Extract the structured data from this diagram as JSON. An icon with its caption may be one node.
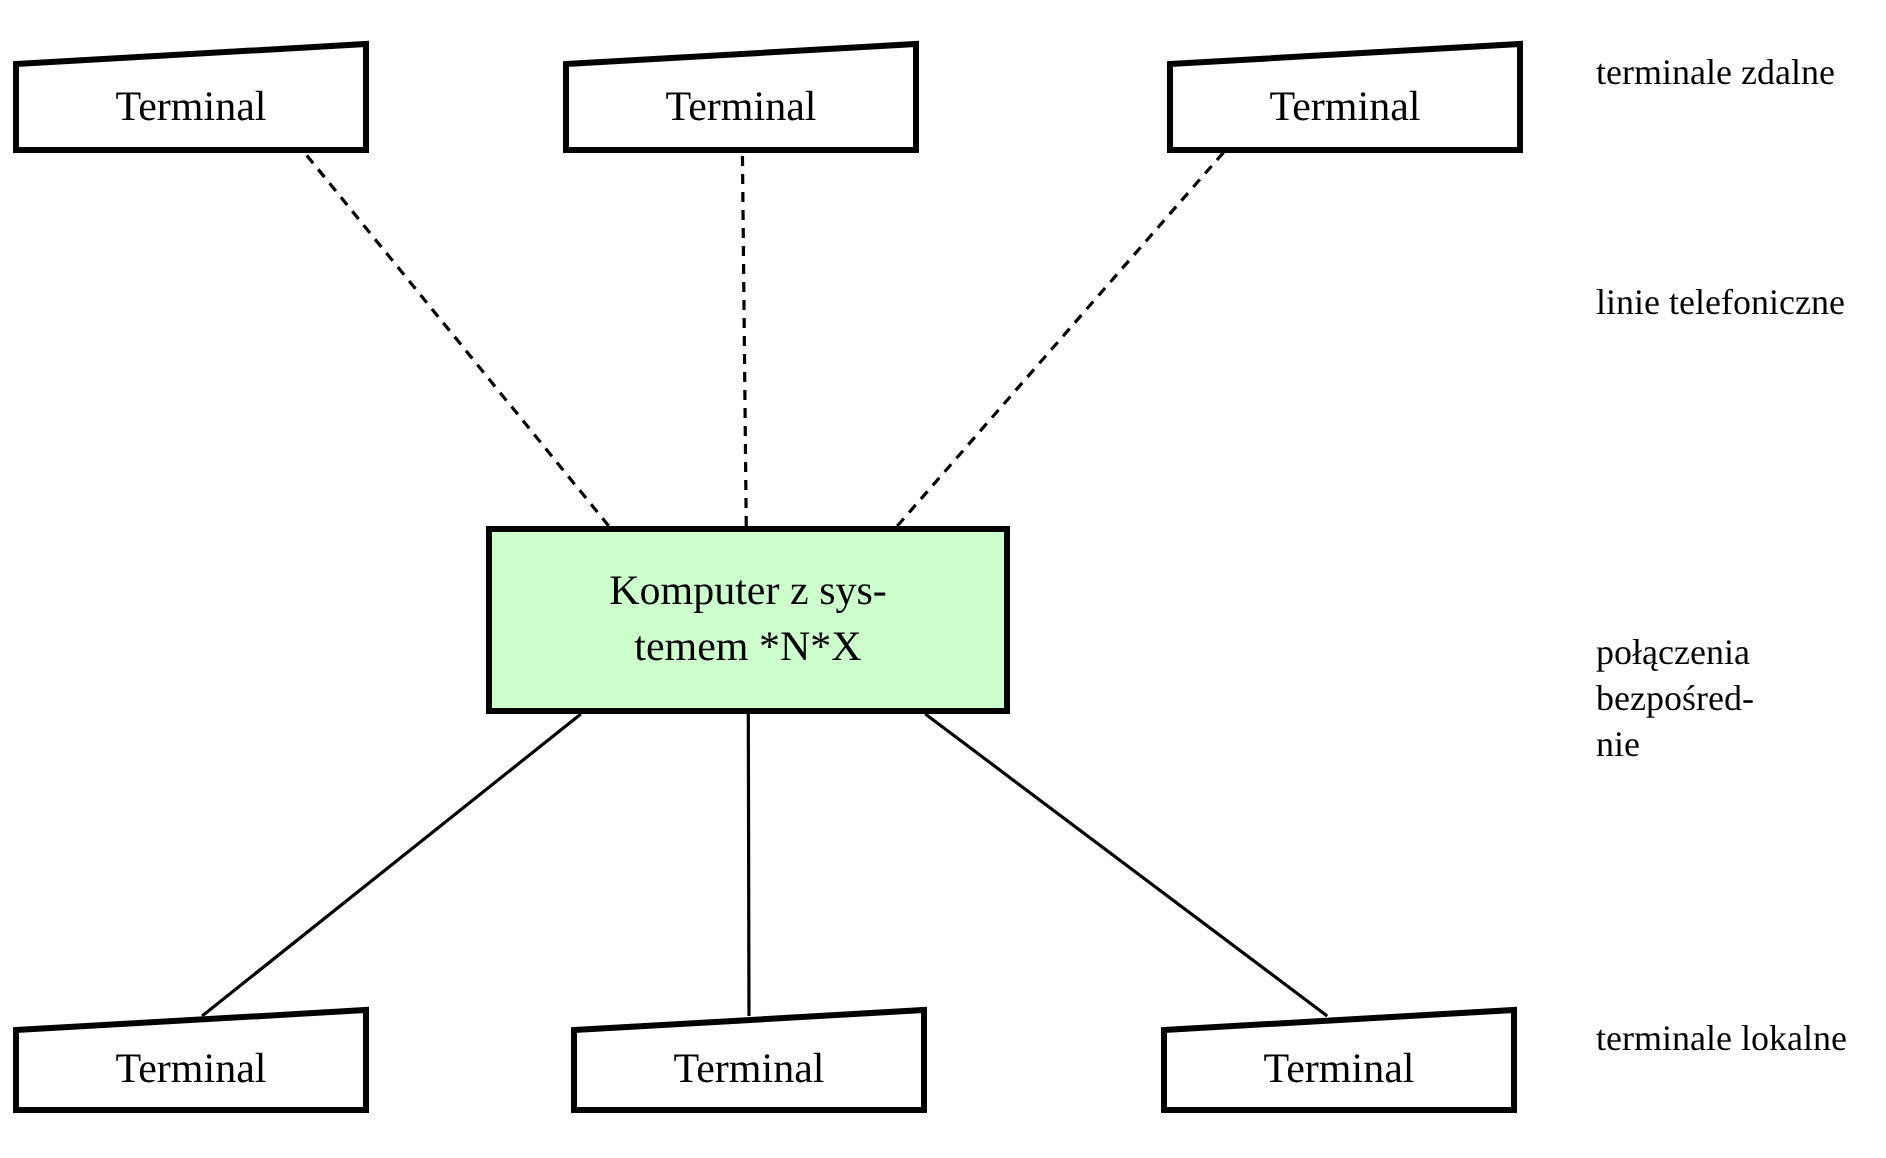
{
  "diagram": {
    "nodes": [
      {
        "text": [
          "Terminal"
        ]
      },
      {
        "text": [
          "Terminal"
        ]
      },
      {
        "text": [
          "Terminal"
        ]
      },
      {
        "text": [
          "Komputer z sys- temem *N*X"
        ]
      },
      {
        "text": [
          "Terminal"
        ]
      },
      {
        "text": [
          "Terminal"
        ]
      },
      {
        "text": [
          "Terminal"
        ]
      }
    ],
    "edges": [
      {
        "from": 3,
        "to": 0,
        "arrow": "none",
        "style": "dashed"
      },
      {
        "from": 3,
        "to": 1,
        "arrow": "none",
        "style": "dashed"
      },
      {
        "from": 3,
        "to": 2,
        "arrow": "none",
        "style": "dashed"
      },
      {
        "from": 3,
        "to": 4,
        "arrow": "none"
      },
      {
        "from": 3,
        "to": 5,
        "arrow": "none"
      },
      {
        "from": 3,
        "to": 6,
        "arrow": "none"
      }
    ],
    "labels": [
      "terminale zdalne",
      "linie telefoniczne",
      "połączenia bezpośred- nie",
      "terminale lokalne"
    ]
  }
}
